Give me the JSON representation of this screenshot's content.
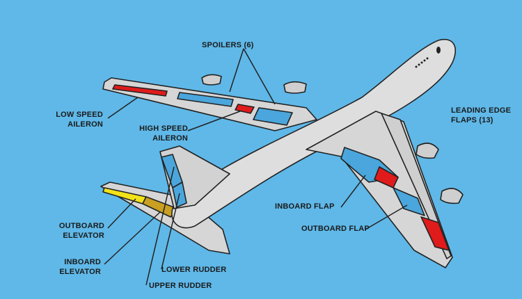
{
  "labels": {
    "spoilers": "SPOILERS (6)",
    "low_speed_aileron_1": "LOW SPEED",
    "low_speed_aileron_2": "AILERON",
    "high_speed_aileron_1": "HIGH SPEED",
    "high_speed_aileron_2": "AILERON",
    "leading_edge_flaps_1": "LEADING EDGE",
    "leading_edge_flaps_2": "FLAPS (13)",
    "inboard_flap": "INBOARD FLAP",
    "outboard_flap": "OUTBOARD FLAP",
    "outboard_elevator_1": "OUTBOARD",
    "outboard_elevator_2": "ELEVATOR",
    "inboard_elevator_1": "INBOARD",
    "inboard_elevator_2": "ELEVATOR",
    "lower_rudder": "LOWER RUDDER",
    "upper_rudder": "UPPER RUDDER"
  },
  "colors": {
    "sky": "#5fb8e8",
    "body": "#dcdcdc",
    "outline": "#222222",
    "red": "#e01b1b",
    "blue": "#4aa6dc",
    "gold": "#c9a021",
    "yellow": "#f2e21a"
  }
}
